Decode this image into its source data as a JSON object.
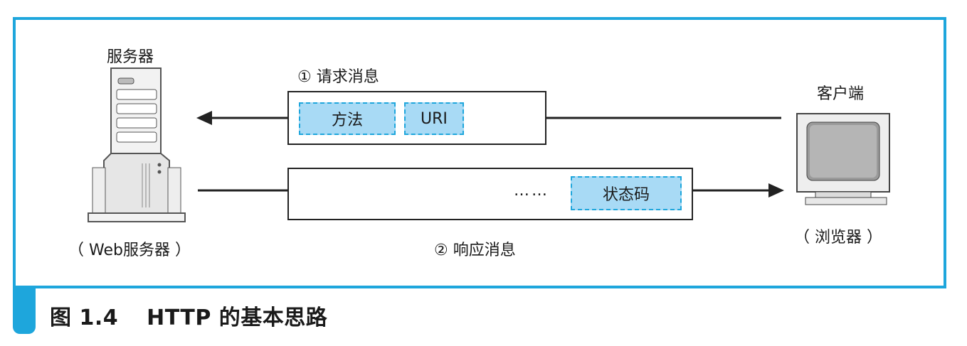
{
  "server": {
    "title": "服务器",
    "subtitle": "（ Web服务器 ）"
  },
  "client": {
    "title": "客户端",
    "subtitle": "（ 浏览器 ）"
  },
  "request": {
    "label": "① 请求消息",
    "fields": [
      "方法",
      "URI"
    ]
  },
  "response": {
    "label": "② 响应消息",
    "ellipsis": "……",
    "fields": [
      "状态码"
    ]
  },
  "caption": {
    "number": "图 1.4",
    "title": "HTTP 的基本思路"
  },
  "colors": {
    "accent": "#1ea6dc",
    "field_fill": "#a8daf5"
  }
}
